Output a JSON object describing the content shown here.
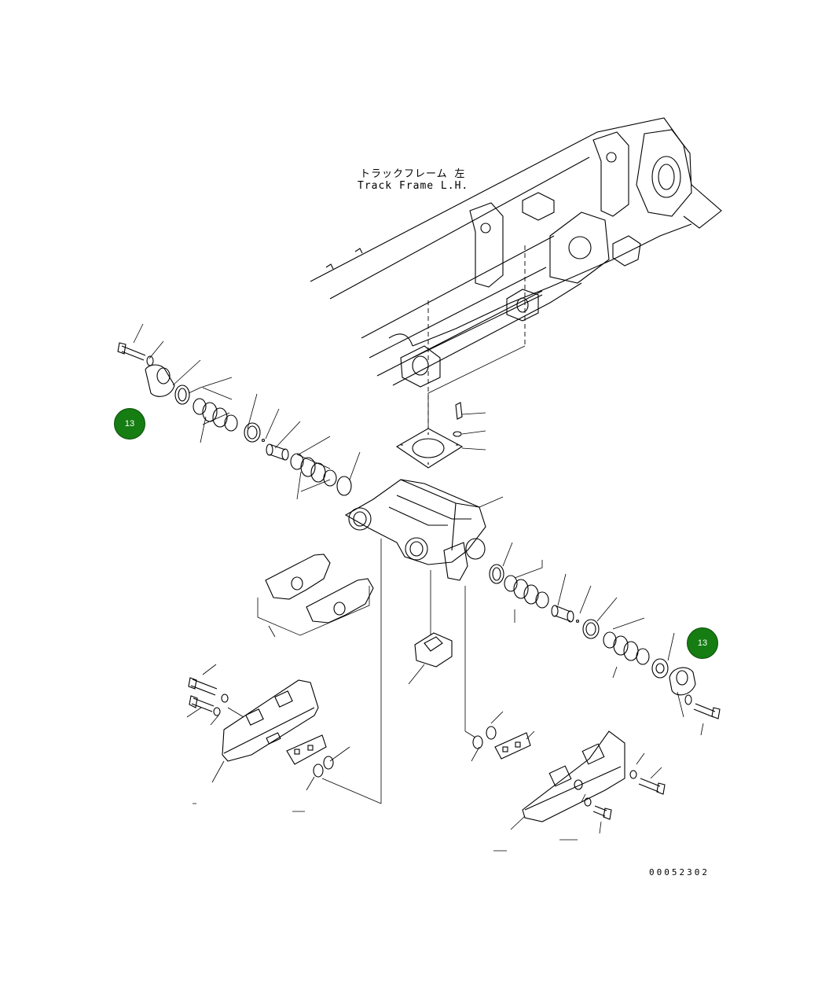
{
  "diagram": {
    "frame_label_jp": "トラックフレーム 左",
    "frame_label_en": "Track Frame L.H.",
    "drawing_number": "00052302"
  },
  "callouts": [
    {
      "id": "left",
      "label": "13"
    },
    {
      "id": "right",
      "label": "13"
    }
  ],
  "colors": {
    "callout_fill": "#157d12",
    "line": "#000000",
    "background": "#ffffff"
  }
}
